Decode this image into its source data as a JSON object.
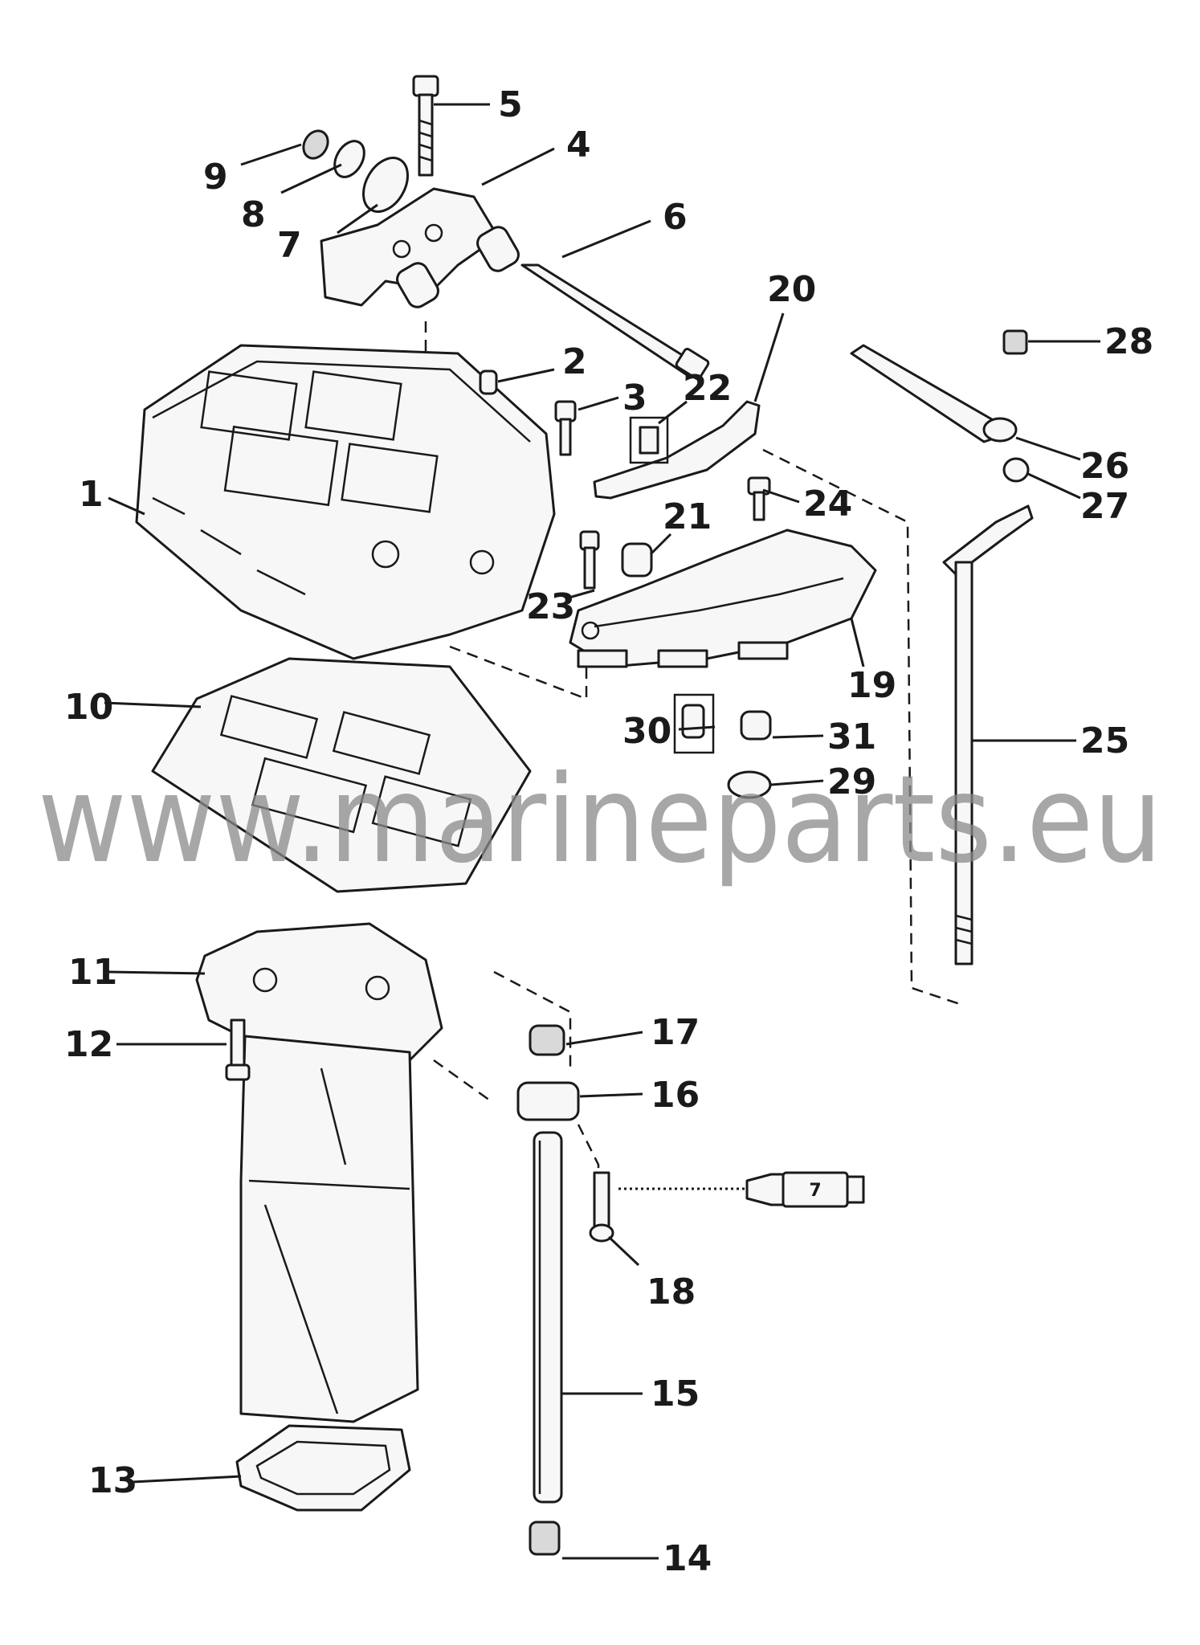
{
  "watermark": "www.marineparts.eu",
  "callouts": [
    "1",
    "2",
    "3",
    "4",
    "5",
    "6",
    "7",
    "8",
    "9",
    "10",
    "11",
    "12",
    "13",
    "14",
    "15",
    "16",
    "17",
    "18",
    "19",
    "20",
    "21",
    "22",
    "23",
    "24",
    "25",
    "26",
    "27",
    "28",
    "29",
    "30",
    "31"
  ],
  "sensor_tag": "7"
}
